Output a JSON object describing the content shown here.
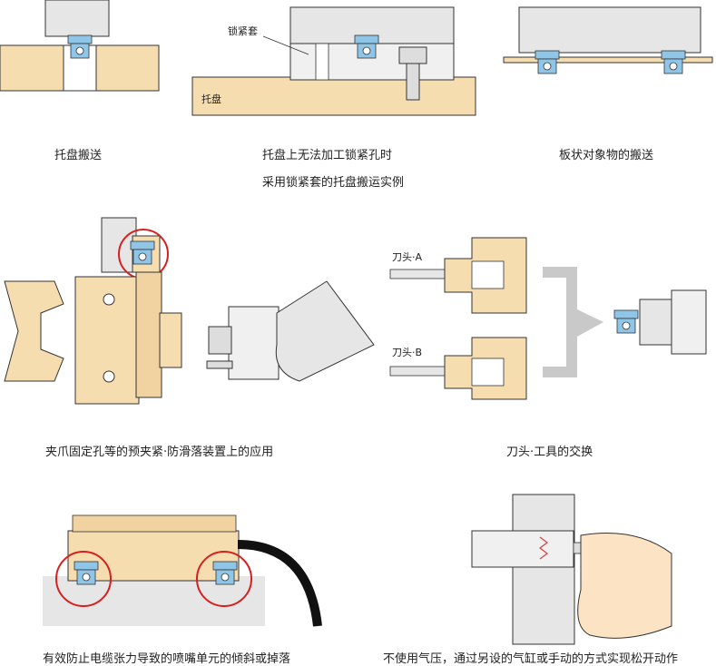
{
  "captions": {
    "pallet_transfer": "托盘搬送",
    "no_lock_hole": "托盘上无法加工锁紧孔时",
    "plate_transfer": "板状对象物的搬送",
    "group_title": "采用锁紧套的托盘搬运实例",
    "gripper_app": "夹爪固定孔等的预夹紧·防滑落装置上的应用",
    "tool_change": "刀头·工具的交换",
    "cable_tension": "有效防止电缆张力导致的喷嘴单元的倾斜或掉落",
    "manual_release": "不使用气压，通过另设的气缸或手动的方式实现松开动作"
  },
  "labels": {
    "lock_sleeve": "锁紧套",
    "pallet": "托盘",
    "tool_a": "刀头·A",
    "tool_b": "刀头·B"
  },
  "colors": {
    "pallet_tan": "#f5ddb0",
    "plate_gray": "#e6e6e6",
    "coupler_blue": "#8fc6e8",
    "highlight_red": "#d62020",
    "arrow_gray": "#c9c9c9",
    "spring_red": "#d84040",
    "hand_skin": "#fbe3c3"
  }
}
